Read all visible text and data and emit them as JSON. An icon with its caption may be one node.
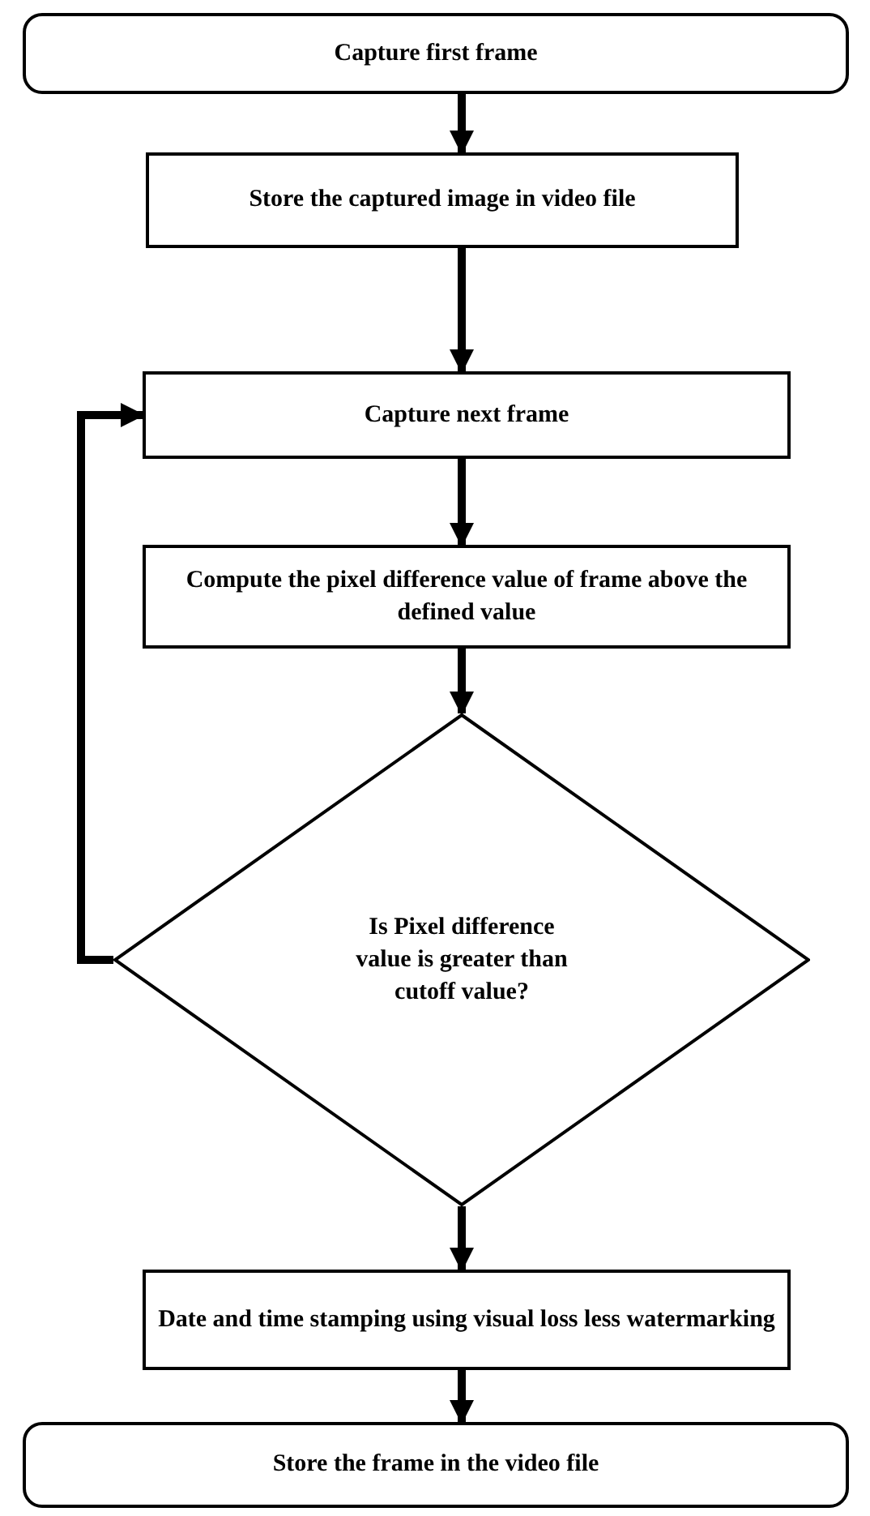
{
  "diagram": {
    "nodes": [
      {
        "text": [
          "Capture first frame"
        ]
      },
      {
        "text": [
          "Store the captured image in video file"
        ]
      },
      {
        "text": [
          "Capture next frame"
        ]
      },
      {
        "text": [
          "Compute the pixel difference value of frame above the defined value"
        ]
      },
      {
        "text": [
          "Is Pixel difference value is greater than cutoff value?"
        ]
      },
      {
        "text": [
          "Date and time stamping using visual loss less watermarking"
        ]
      },
      {
        "text": [
          "Store the frame in the video file"
        ]
      }
    ],
    "edges": [
      {
        "from": 0,
        "to": 1,
        "arrow": "to"
      },
      {
        "from": 1,
        "to": 2,
        "arrow": "to"
      },
      {
        "from": 2,
        "to": 3,
        "arrow": "to"
      },
      {
        "from": 3,
        "to": 4,
        "arrow": "to"
      },
      {
        "from": 4,
        "to": 5,
        "arrow": "to"
      },
      {
        "from": 5,
        "to": 6,
        "arrow": "to"
      },
      {
        "from": 4,
        "to": 2,
        "arrow": "to"
      }
    ]
  }
}
